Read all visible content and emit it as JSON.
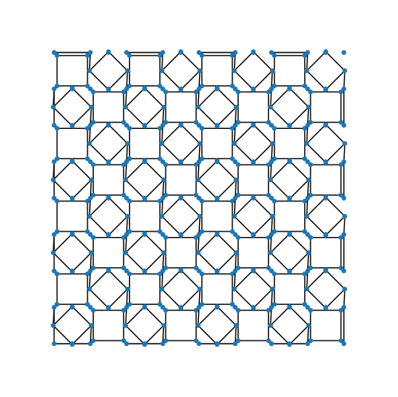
{
  "colors": {
    "background": "#ffffff",
    "edge": "#000000",
    "node": "#1f77b4"
  },
  "graph": {
    "description_kind": "square-rhombus tiling graph (Ammann-Beenker style patch)",
    "grid_range": [
      0,
      8
    ],
    "extent_units": 8.5,
    "edge_length_units": 1.0,
    "diagonal_spacing_units": 0.7071,
    "dense_centers": [
      [
        2.5,
        6.0
      ],
      [
        6.0,
        6.0
      ],
      [
        2.5,
        2.5
      ],
      [
        6.0,
        2.5
      ]
    ],
    "quad_patterns": [
      "square",
      "rhombus-45"
    ]
  }
}
